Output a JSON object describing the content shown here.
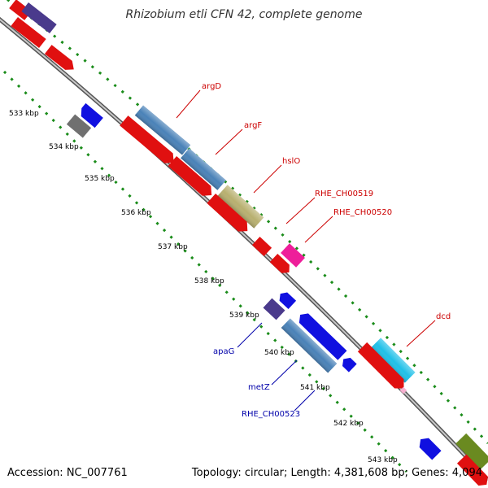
{
  "title": "Rhizobium etli CFN 42, complete genome",
  "accession": "Accession: NC_007761",
  "topology": "Topology: circular; Length: 4,381,608 bp; Genes: 4,094",
  "colors": {
    "backbone": "#888888",
    "tick_dots": "#1a8c1a",
    "forward_label": "#cc0000",
    "reverse_label": "#0000aa"
  },
  "kbp_ticks": [
    "533 kbp",
    "534 kbp",
    "535 kbp",
    "536 kbp",
    "537 kbp",
    "538 kbp",
    "539 kbp",
    "540 kbp",
    "541 kbp",
    "542 kbp",
    "543 kbp"
  ],
  "genes": [
    {
      "name": "argD",
      "strand": "forward"
    },
    {
      "name": "argF",
      "strand": "forward"
    },
    {
      "name": "hslO",
      "strand": "forward"
    },
    {
      "name": "RHE_CH00519",
      "strand": "forward"
    },
    {
      "name": "RHE_CH00520",
      "strand": "forward"
    },
    {
      "name": "dcd",
      "strand": "forward"
    },
    {
      "name": "apaG",
      "strand": "reverse"
    },
    {
      "name": "metZ",
      "strand": "reverse"
    },
    {
      "name": "RHE_CH00523",
      "strand": "reverse"
    }
  ]
}
